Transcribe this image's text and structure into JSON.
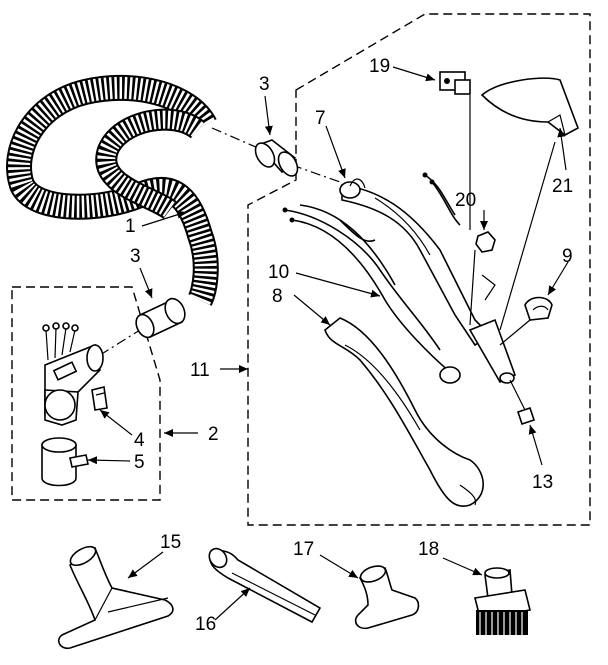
{
  "part_labels": {
    "p1": "1",
    "p2": "2",
    "p3a": "3",
    "p3b": "3",
    "p4": "4",
    "p5": "5",
    "p7": "7",
    "p8": "8",
    "p9": "9",
    "p10": "10",
    "p11": "11",
    "p13": "13",
    "p15": "15",
    "p16": "16",
    "p17": "17",
    "p18": "18",
    "p19": "19",
    "p20": "20",
    "p21": "21"
  }
}
